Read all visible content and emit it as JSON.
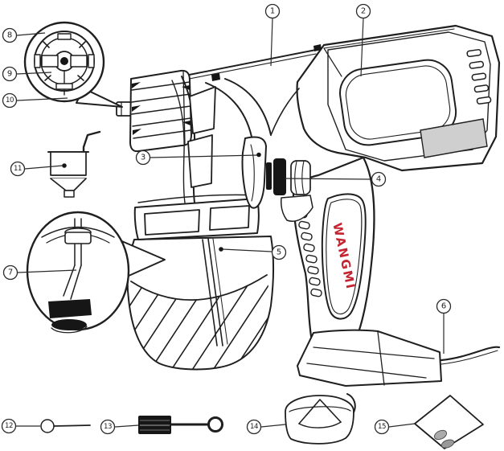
{
  "figure": {
    "brand_label": "WANGMI"
  },
  "colors": {
    "line": "#1f1f1f",
    "brand_red": "#c32430",
    "shade_gray": "#cfcfcf",
    "background": "#ffffff"
  },
  "callouts": [
    {
      "num": "1"
    },
    {
      "num": "2"
    },
    {
      "num": "3"
    },
    {
      "num": "4"
    },
    {
      "num": "5"
    },
    {
      "num": "6"
    },
    {
      "num": "7"
    },
    {
      "num": "8"
    },
    {
      "num": "9"
    },
    {
      "num": "10"
    },
    {
      "num": "11"
    },
    {
      "num": "12"
    },
    {
      "num": "13"
    },
    {
      "num": "14"
    },
    {
      "num": "15"
    }
  ]
}
